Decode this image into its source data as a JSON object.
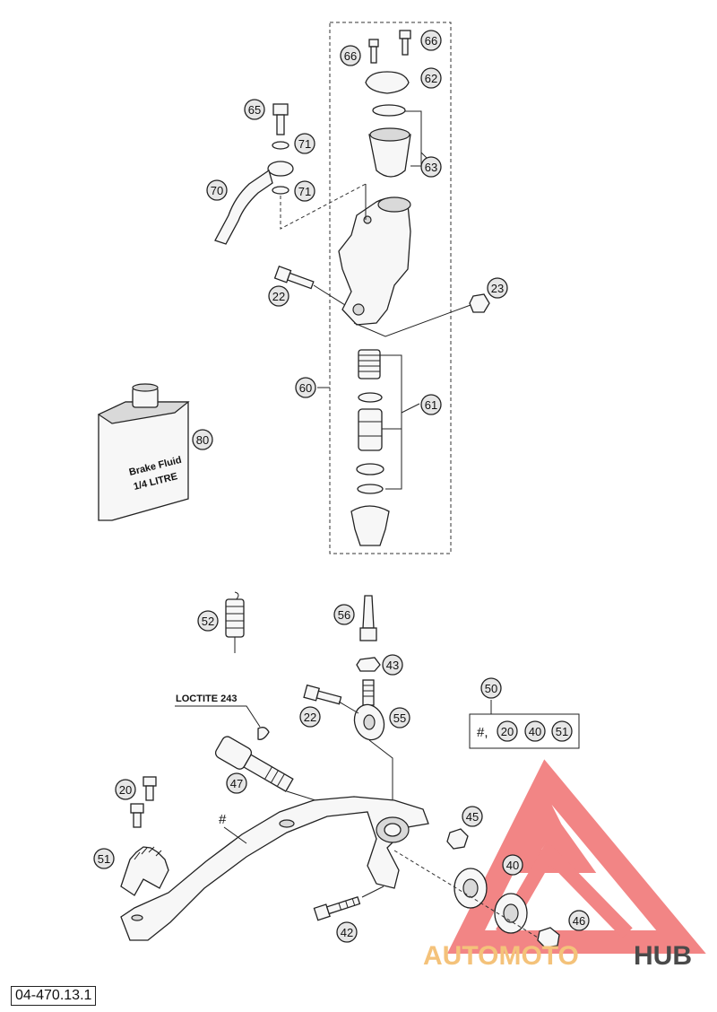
{
  "document": {
    "id": "04-470.13.1"
  },
  "labels": {
    "loctite": "LOCTITE 243",
    "hash": "#",
    "kit_prefix": "#,"
  },
  "bottle": {
    "line1": "Brake Fluid",
    "line2": "1/4 LITRE"
  },
  "callouts": {
    "c66a": "66",
    "c66b": "66",
    "c62": "62",
    "c63": "63",
    "c65": "65",
    "c71a": "71",
    "c71b": "71",
    "c70": "70",
    "c22a": "22",
    "c23": "23",
    "c60": "60",
    "c61": "61",
    "c80": "80",
    "c52": "52",
    "c56": "56",
    "c43": "43",
    "c50": "50",
    "c22b": "22",
    "c55": "55",
    "k20": "20",
    "k40": "40",
    "k51": "51",
    "c47": "47",
    "c20": "20",
    "c45": "45",
    "c51": "51",
    "c40": "40",
    "c42": "42",
    "c46": "46"
  },
  "watermark": {
    "part1": "AUTOMOTO",
    "part2": "HUB",
    "color_red": "#f07070",
    "color_gold": "#f4c27a",
    "color_gray": "#4a4a4a"
  }
}
